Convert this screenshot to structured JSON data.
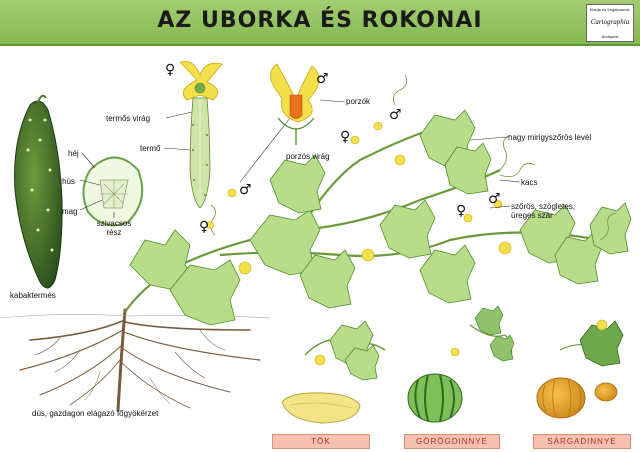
{
  "title": "AZ UBORKA ÉS ROKONAI",
  "publisher": {
    "top_text": "Kiadja és forgalmazza:",
    "name": "Cartographia",
    "bottom_text": "Budapest"
  },
  "labels": {
    "female_flower": "termős virág",
    "pistil": "termő",
    "stamens": "porzók",
    "male_flower": "porzós virág",
    "leaf": "nagy mirigyszőrös levél",
    "tendril": "kacs",
    "stem_line1": "szőrös, szögletes,",
    "stem_line2": "üreges szár",
    "rind": "héj",
    "flesh": "hús",
    "seed": "mag",
    "spongy_line1": "szivacsos",
    "spongy_line2": "rész",
    "fruit": "kabaktermés",
    "roots": "dús, gazdagon elágazó főgyökérzet"
  },
  "symbols": {
    "female": "♀",
    "male": "♂"
  },
  "relatives": [
    "TÖK",
    "GÖRÖGDINNYE",
    "SÁRGADINNYE"
  ],
  "colors": {
    "header": "#8dbf5a",
    "leaf": "#b9dc8a",
    "leaf_dark": "#4f8f2c",
    "cucumber": "#3c6b2a",
    "flower": "#f3e04a",
    "root": "#7a5a3c",
    "relative_label": "#f6c1b0",
    "relative_text": "#b0302a"
  }
}
